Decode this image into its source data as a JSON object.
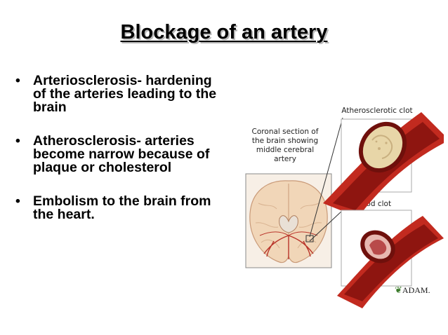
{
  "title": "Blockage of an artery",
  "bullets": [
    {
      "text": "Arteriosclerosis- hardening of the arteries leading to the brain"
    },
    {
      "text": "Atherosclerosis- arteries become narrow because of plaque or cholesterol"
    },
    {
      "text": "Embolism to the brain from the heart."
    }
  ],
  "figure": {
    "brain_caption": [
      "Coronal section of",
      "the brain showing",
      "middle cerebral",
      "artery"
    ],
    "plaque_label": "Atherosclerotic clot",
    "clot_label": "Blood clot",
    "credit": "ADAM."
  },
  "colors": {
    "artery_dark": "#8e1510",
    "artery_mid": "#c22a1f",
    "plaque": "#e8d6a8",
    "clot": "#b84a4a",
    "brain_tissue": "#f1d6b8",
    "brain_vessel": "#b9342a"
  }
}
